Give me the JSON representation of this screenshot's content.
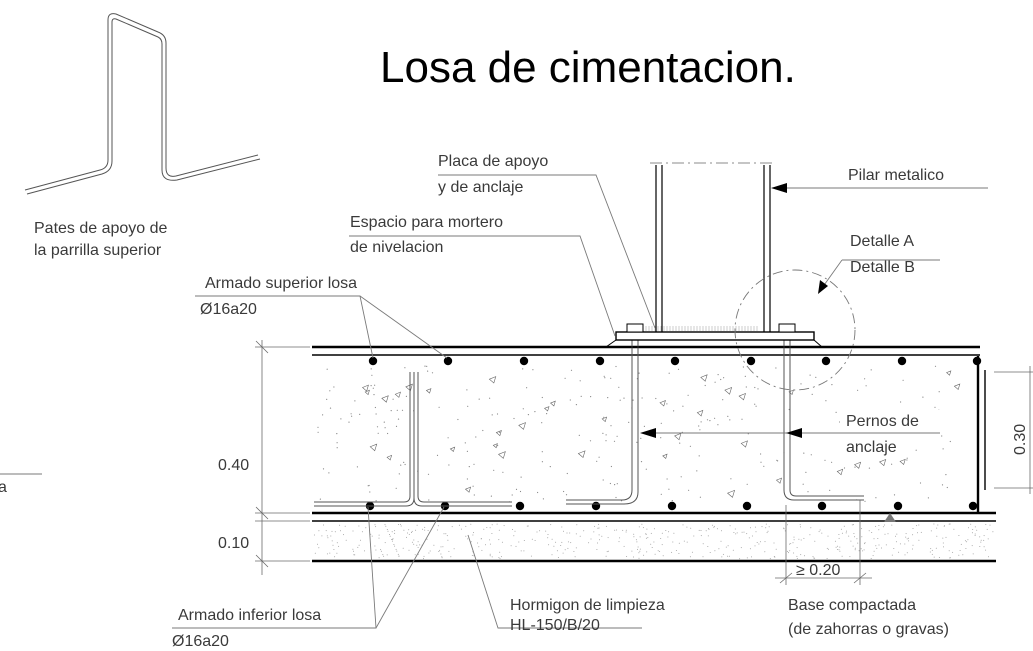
{
  "title": "Losa de cimentacion.",
  "labels": {
    "pates_line1": "Pates de apoyo de",
    "pates_line2": "la parrilla superior",
    "placa_line1": "Placa de apoyo",
    "placa_line2": "y de anclaje",
    "espacio_line1": "Espacio para mortero",
    "espacio_line2": "de nivelacion",
    "pilar": "Pilar metalico",
    "detalle_a": "Detalle A",
    "detalle_b": "Detalle B",
    "armado_sup": "Armado superior losa",
    "armado_sup_spec": "Ø16a20",
    "pernos_line1": "Pernos de",
    "pernos_line2": "anclaje",
    "armado_inf": "Armado inferior losa",
    "armado_inf_spec": "Ø16a20",
    "hormigon_line1": "Hormigon de limpieza",
    "hormigon_line2": "HL-150/B/20",
    "base_line1": "Base compactada",
    "base_line2": "(de zahorras o gravas)",
    "left_cut": "a"
  },
  "dimensions": {
    "slab_depth": "0.40",
    "cleaning_depth": "0.10",
    "side_height": "0.30",
    "min_spacing": "≥ 0.20"
  }
}
